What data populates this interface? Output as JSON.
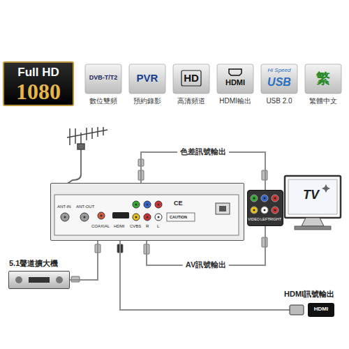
{
  "diagram": {
    "nodes": [
      {
        "text": [
          "Full HD",
          "1080"
        ]
      },
      {
        "text": [
          "DVB-T/T2",
          "數位雙頻"
        ]
      },
      {
        "text": [
          "PVR",
          "預約錄影"
        ]
      },
      {
        "text": [
          "HD",
          "高清頻道"
        ]
      },
      {
        "text": [
          "HDMI",
          "HDMI輸出"
        ]
      },
      {
        "text": [
          "Hi Speed",
          "USB",
          "USB 2.0"
        ]
      },
      {
        "text": [
          "繁",
          "繁體中文"
        ]
      },
      {
        "text": [
          "ANT-IN",
          "ANT-OUT",
          "COAXIAL",
          "HDMI",
          "CVBS",
          "R",
          "L",
          "CE",
          "CAUTION"
        ]
      },
      {
        "text": [
          "TV"
        ]
      },
      {
        "text": [
          "VIDEO",
          "LEFT",
          "RIGHT"
        ],
        "in": 8
      },
      {
        "text": [
          "5.1聲道擴大機"
        ]
      },
      {
        "text": [
          "HDMI訊號輸出",
          "HDMI"
        ]
      }
    ],
    "edges": [
      {
        "from": 7,
        "to": 9,
        "arrow": "none",
        "label": "色差訊號輸出"
      },
      {
        "from": 7,
        "to": 9,
        "arrow": "none",
        "label": "AV訊號輸出"
      },
      {
        "from": 7,
        "to": 10,
        "arrow": "none"
      },
      {
        "from": 7,
        "to": 11,
        "arrow": "none"
      }
    ]
  }
}
